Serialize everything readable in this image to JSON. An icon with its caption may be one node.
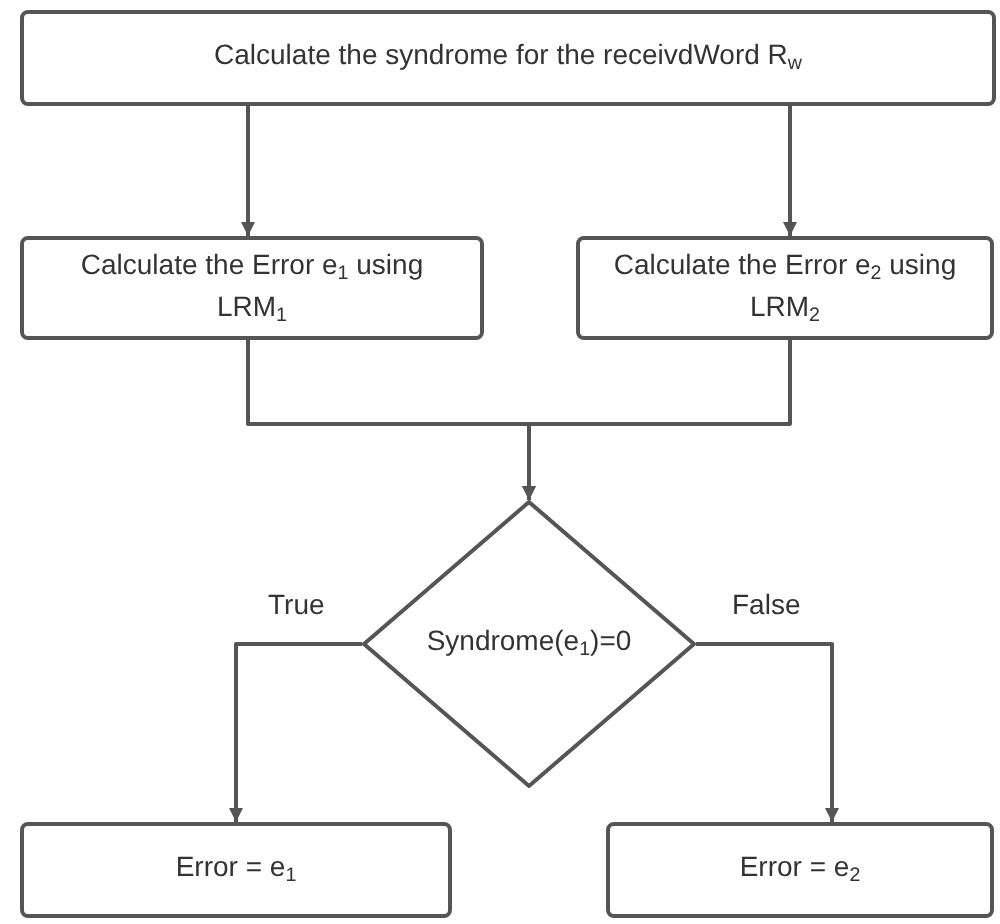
{
  "diagram": {
    "nodes": [
      {
        "text": [
          "Calculate the syndrome for the receivdWord R$_{w}$"
        ]
      },
      {
        "text": [
          "Calculate the Error e$_{1}$ using LRM$_{1}$"
        ]
      },
      {
        "text": [
          "Calculate the Error e$_{2}$ using LRM$_{2}$"
        ]
      },
      {
        "text": [
          "Syndrome(e$_{1}$)=0"
        ]
      },
      {
        "text": [
          "Error = e$_{1}$"
        ]
      },
      {
        "text": [
          "Error = e$_{2}$"
        ]
      }
    ],
    "edges": [
      {
        "from": 0,
        "to": 1,
        "arrow": "to"
      },
      {
        "from": 0,
        "to": 2,
        "arrow": "to"
      },
      {
        "from": 1,
        "to": 3,
        "arrow": "to"
      },
      {
        "from": 2,
        "to": 3,
        "arrow": "to"
      },
      {
        "from": 3,
        "to": 4,
        "label": "True",
        "arrow": "to"
      },
      {
        "from": 3,
        "to": 5,
        "label": "False",
        "arrow": "to"
      }
    ]
  }
}
